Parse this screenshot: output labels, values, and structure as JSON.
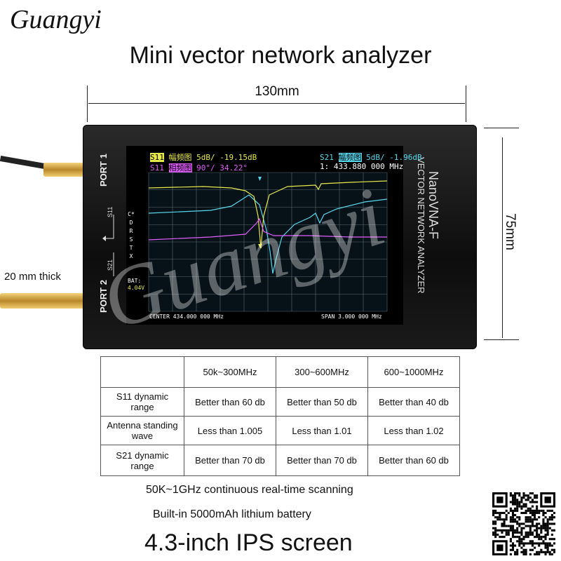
{
  "brand": "Guangyi",
  "headline": "Mini vector network analyzer",
  "dimensions": {
    "width": "130mm",
    "height": "75mm",
    "thickness": "20 mm thick"
  },
  "device": {
    "model": "NanoVNA-F",
    "subtitle": "VECTOR NETWORK ANALYZER",
    "port1": "PORT 1",
    "port2": "PORT 2",
    "s11_label": "S11",
    "s21_label": "S21",
    "screen": {
      "s11_trace_name": "S11",
      "s11_trace_kind": "幅频图",
      "s11_trace_vals": "5dB/  -19.15dB",
      "s11_phase_name": "S11",
      "s11_phase_kind": "相频图",
      "s11_phase_vals": "90°/  34.22°",
      "s21_trace_name": "S21",
      "s21_trace_kind": "幅频图",
      "s21_trace_vals": "5dB/  -1.96dB",
      "marker": "1: 433.880 000 MHz",
      "menu": [
        "C*",
        "D",
        "R",
        "S",
        "T",
        "X"
      ],
      "bat_label": "BAT:",
      "bat_value": "4.04V",
      "center": "CENTER 434.000 000 MHz",
      "span": "SPAN 3.000 000 MHz",
      "trace_colors": {
        "s11": "#e8e84a",
        "phase": "#e25cff",
        "s21": "#55d8ee"
      }
    }
  },
  "spec_table": {
    "headers": [
      "",
      "50k~300MHz",
      "300~600MHz",
      "600~1000MHz"
    ],
    "rows": [
      [
        "S11 dynamic range",
        "Better than 60 db",
        "Better than 50 db",
        "Better than 40 db"
      ],
      [
        "Antenna standing wave",
        "Less than 1.005",
        "Less than 1.01",
        "Less than 1.02"
      ],
      [
        "S21 dynamic range",
        "Better than 70 db",
        "Better than 70 db",
        "Better than 60 db"
      ]
    ]
  },
  "features": {
    "scan": "50K~1GHz continuous real-time scanning",
    "battery": "Built-in 5000mAh lithium battery",
    "screen": "4.3-inch IPS screen"
  },
  "watermark": "Guangyi"
}
